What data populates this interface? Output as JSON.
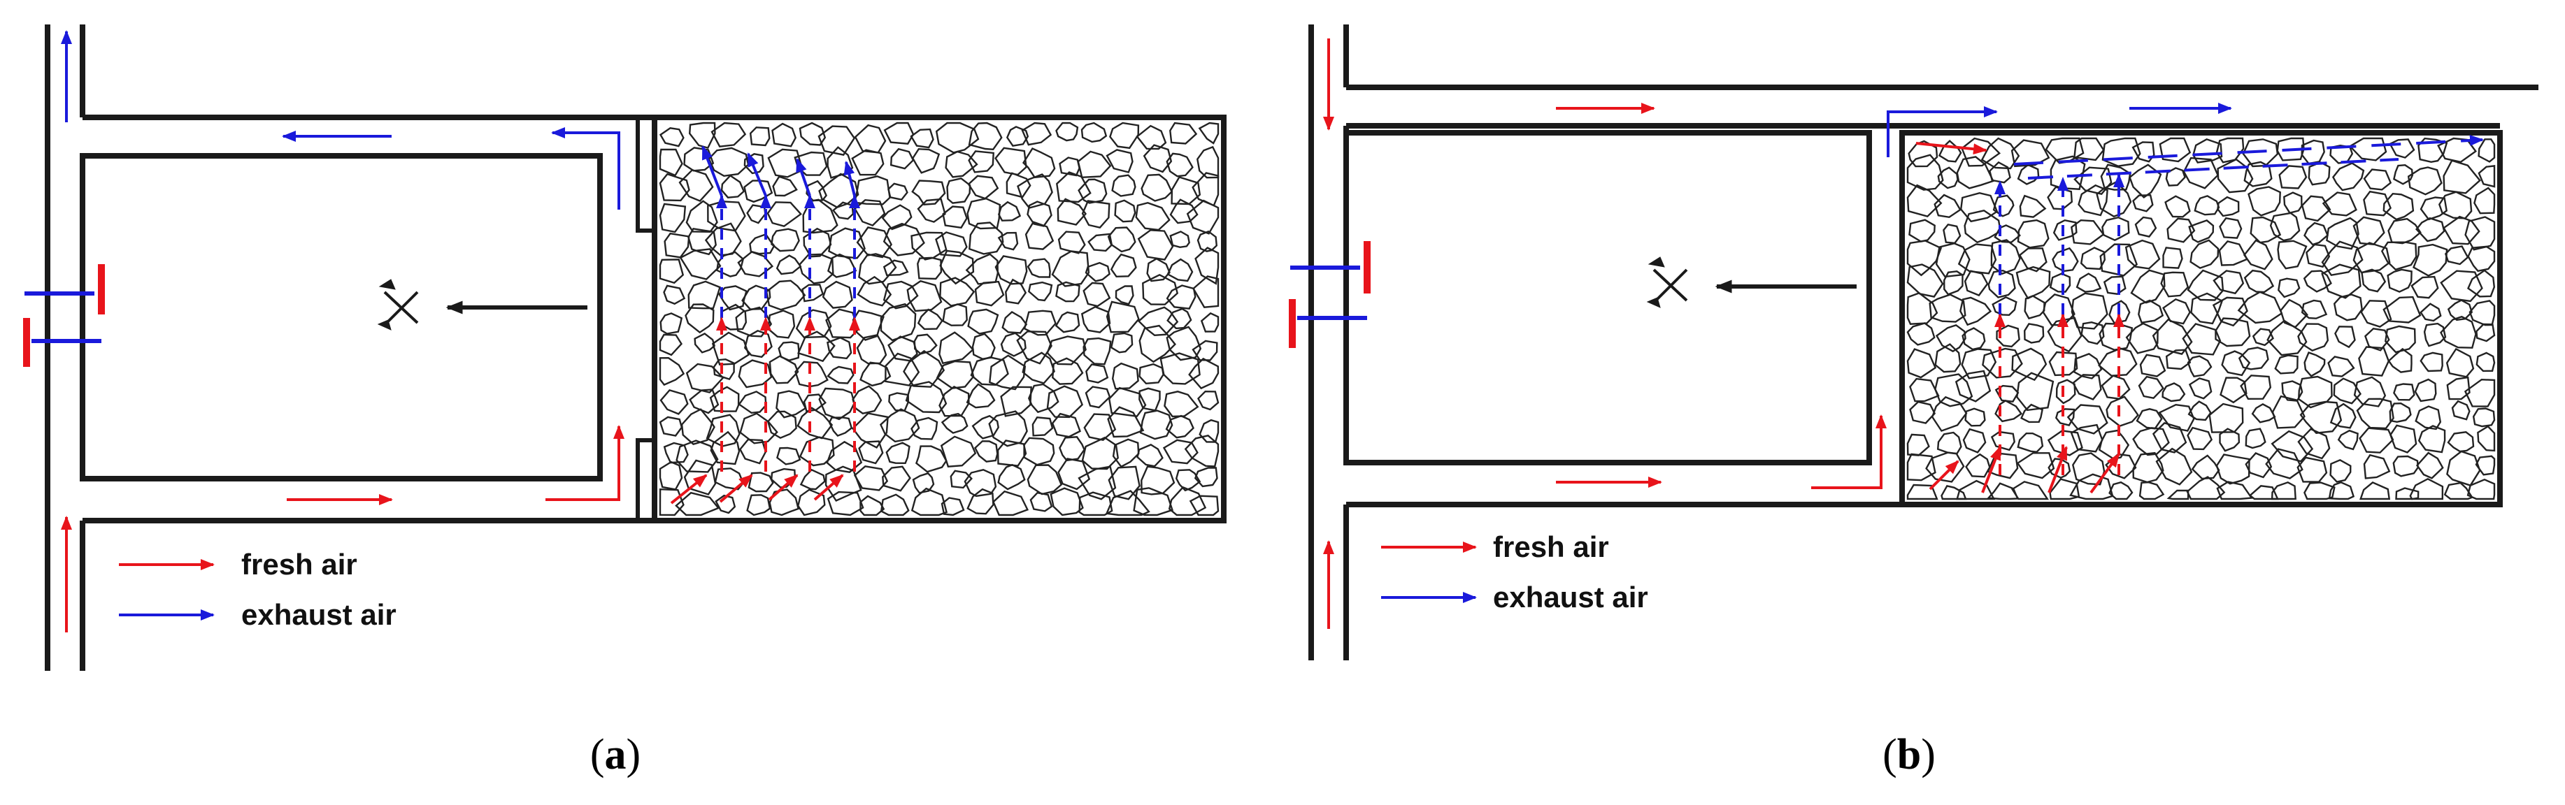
{
  "panels": [
    {
      "id": "a",
      "caption_letter": "a",
      "legend": {
        "fresh": "fresh air",
        "exhaust": "exhaust air"
      }
    },
    {
      "id": "b",
      "caption_letter": "b",
      "legend": {
        "fresh": "fresh air",
        "exhaust": "exhaust air"
      }
    }
  ],
  "colors": {
    "fresh": "#e8141b",
    "exhaust": "#1a1adb",
    "wall": "#1a1a1a",
    "rock": "#222222"
  },
  "icons": [
    "mining-pick-icon"
  ]
}
